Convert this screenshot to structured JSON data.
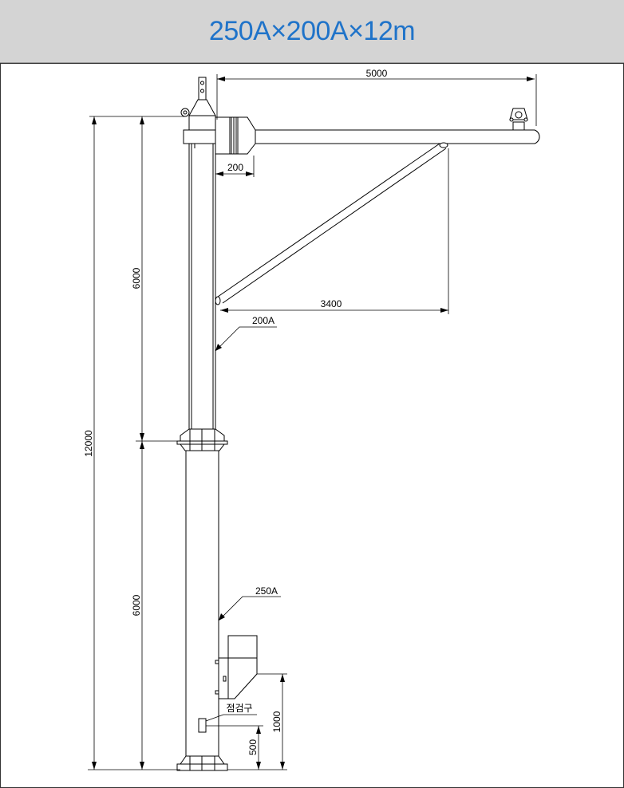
{
  "title": "250A×200A×12m",
  "dimensions": {
    "arm_length": "5000",
    "bracket_offset": "200",
    "strut_span": "3400",
    "upper_height": "6000",
    "lower_height": "6000",
    "total_height": "12000",
    "box_height": "1000",
    "hatch_height": "500"
  },
  "labels": {
    "upper_pipe": "200A",
    "lower_pipe": "250A",
    "inspection_hatch": "점검구"
  }
}
